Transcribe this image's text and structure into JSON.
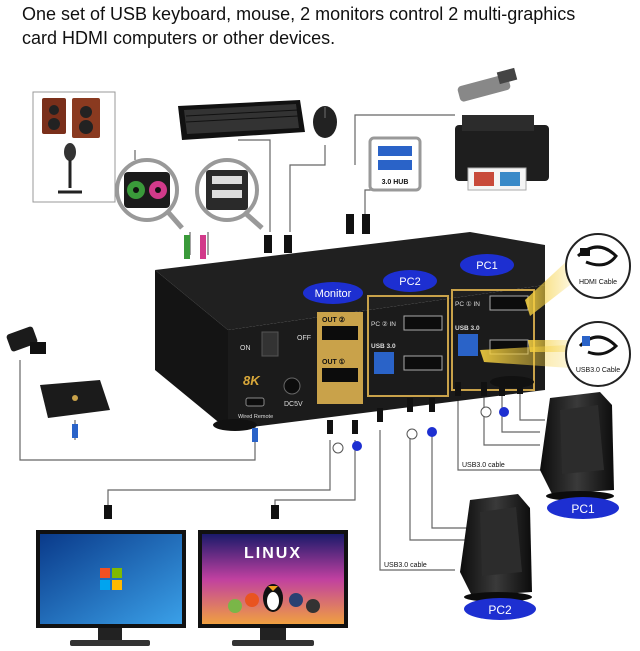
{
  "heading": {
    "line1": "One set of USB keyboard, mouse, 2 monitors control 2 multi-graphics",
    "line2": "card HDMI computers or other devices."
  },
  "badges": {
    "monitor": "Monitor",
    "pc2": "PC2",
    "pc1": "PC1",
    "pc1_bottom": "PC1",
    "pc2_bottom": "PC2"
  },
  "device": {
    "on": "ON",
    "off": "OFF",
    "out_b": "OUT ②",
    "out_a": "OUT ①",
    "pc2_in": "PC ② IN",
    "pc1_in": "PC ① IN",
    "usb30_left": "USB 3.0",
    "usb30_right": "USB 3.0",
    "eight_k": "8K",
    "dc5v": "DC5V",
    "wired_remote": "Wired Remote"
  },
  "callouts": {
    "hub": "3.0 HUB",
    "hdmi_cable": "HDMI Cable",
    "usb_cable": "USB3.0 Cable"
  },
  "cable_labels": {
    "usb_cable_1": "USB3.0 cable",
    "usb_cable_2": "USB3.0 cable"
  },
  "monitor_right": {
    "screen_title": "LINUX"
  },
  "colors": {
    "device_body": "#1c1c1c",
    "gold": "#c9a24a",
    "badge_blue": "#1d2fd1",
    "usb_blue": "#2a63c8",
    "callout_yellow": "#f0c030",
    "line": "#555555"
  }
}
